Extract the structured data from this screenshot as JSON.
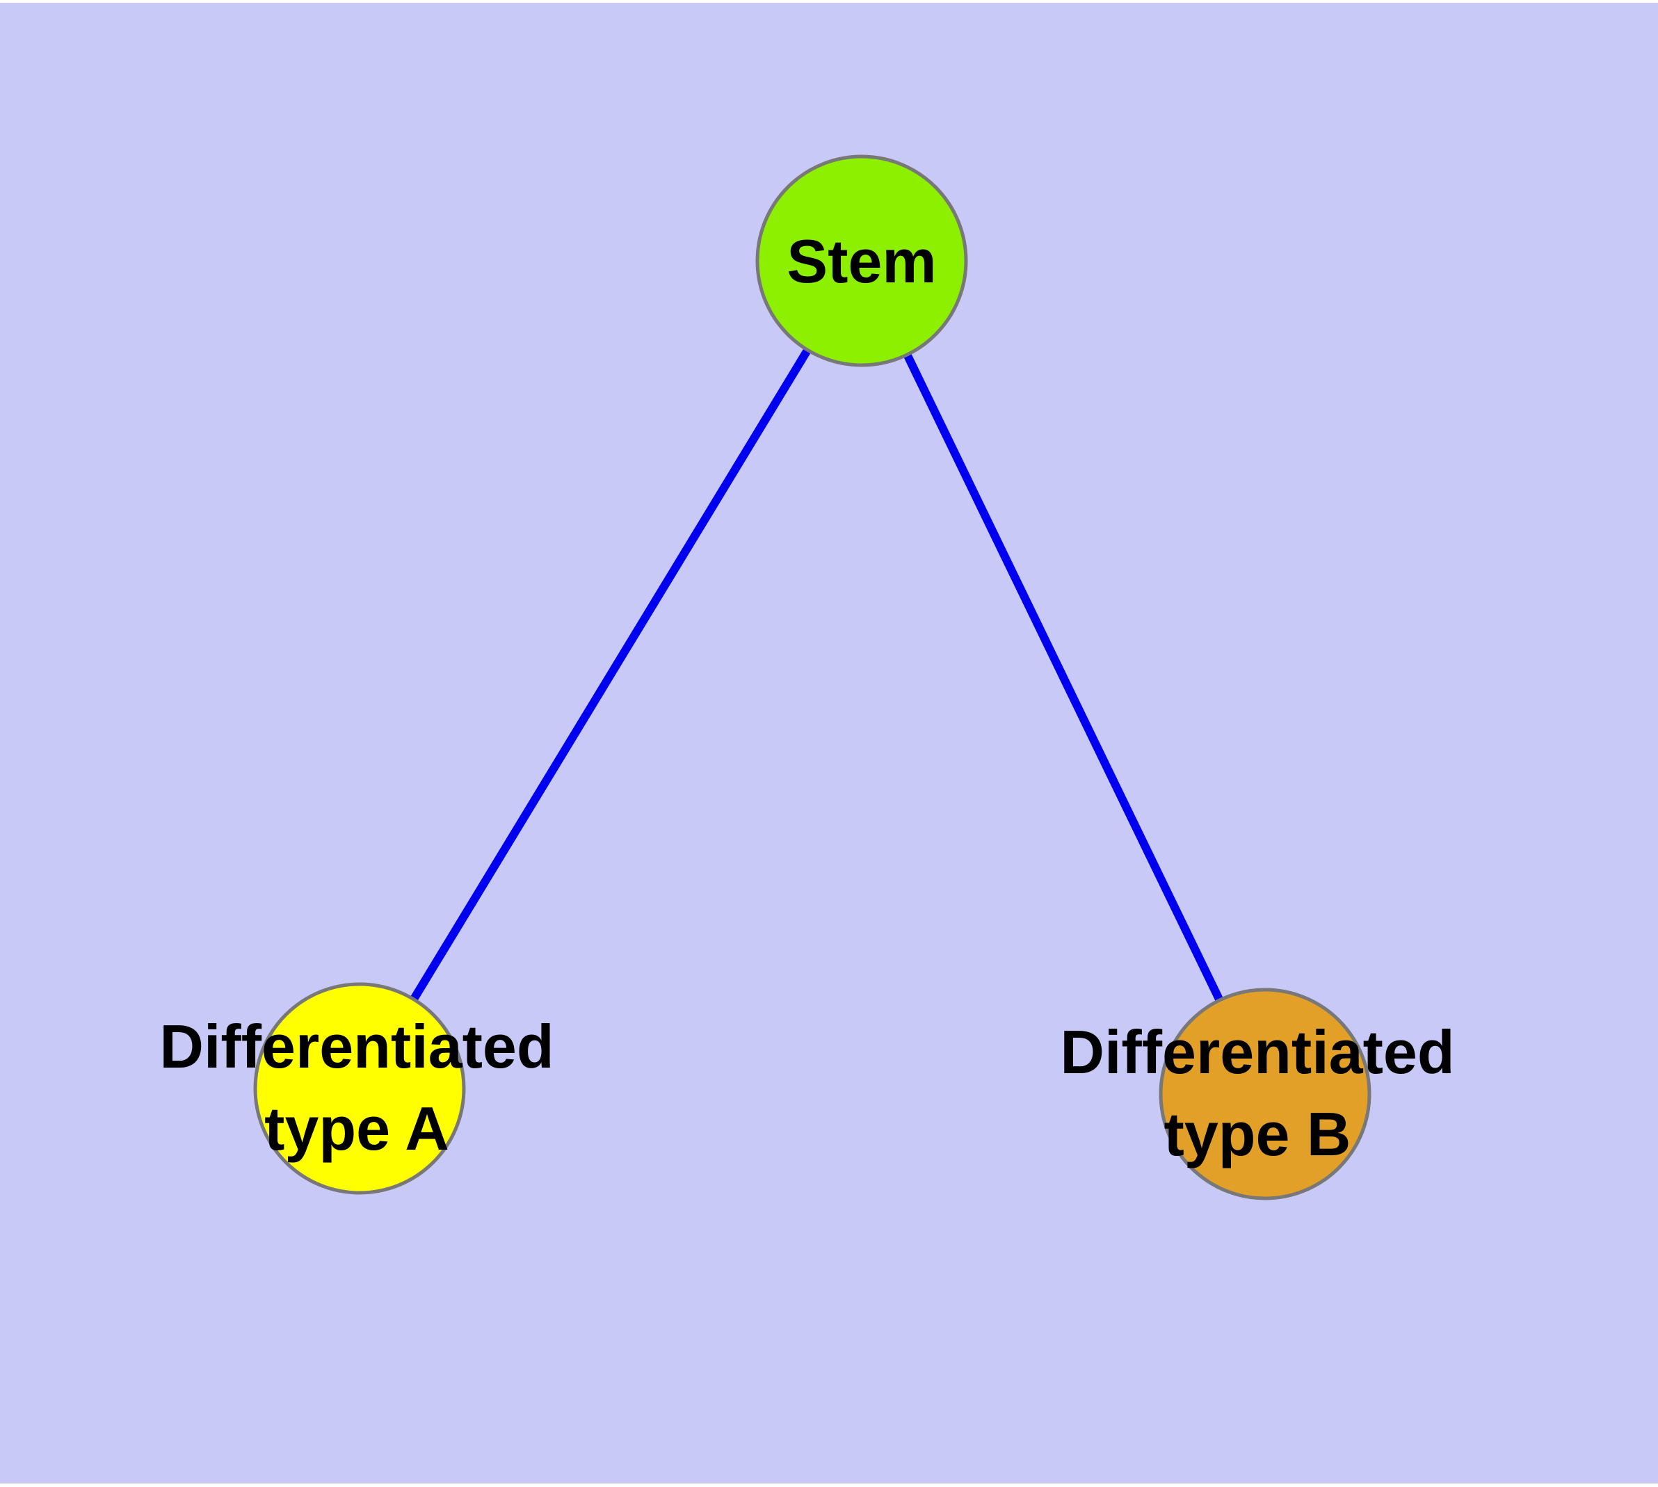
{
  "diagram": {
    "description": "Stem cell differentiation diagram with one stem node and two differentiated type nodes",
    "background_color": "#C9C9F8",
    "page_margin_color": "#FFFFFF",
    "node_border_color": "#787878",
    "text_color": "#000000",
    "nodes": {
      "stem": {
        "label": "Stem",
        "fill_color": "#8DF000"
      },
      "differentiated_type_a": {
        "label_line1": "Differentiated",
        "label_line2": "type A",
        "fill_color": "#FFFF00"
      },
      "differentiated_type_b": {
        "label_line1": "Differentiated",
        "label_line2": "type B",
        "fill_color": "#E2A028"
      }
    },
    "edges": [
      {
        "from": "stem",
        "to": "differentiated_type_a",
        "color": "#0000F0"
      },
      {
        "from": "stem",
        "to": "differentiated_type_b",
        "color": "#0000F0"
      }
    ]
  }
}
